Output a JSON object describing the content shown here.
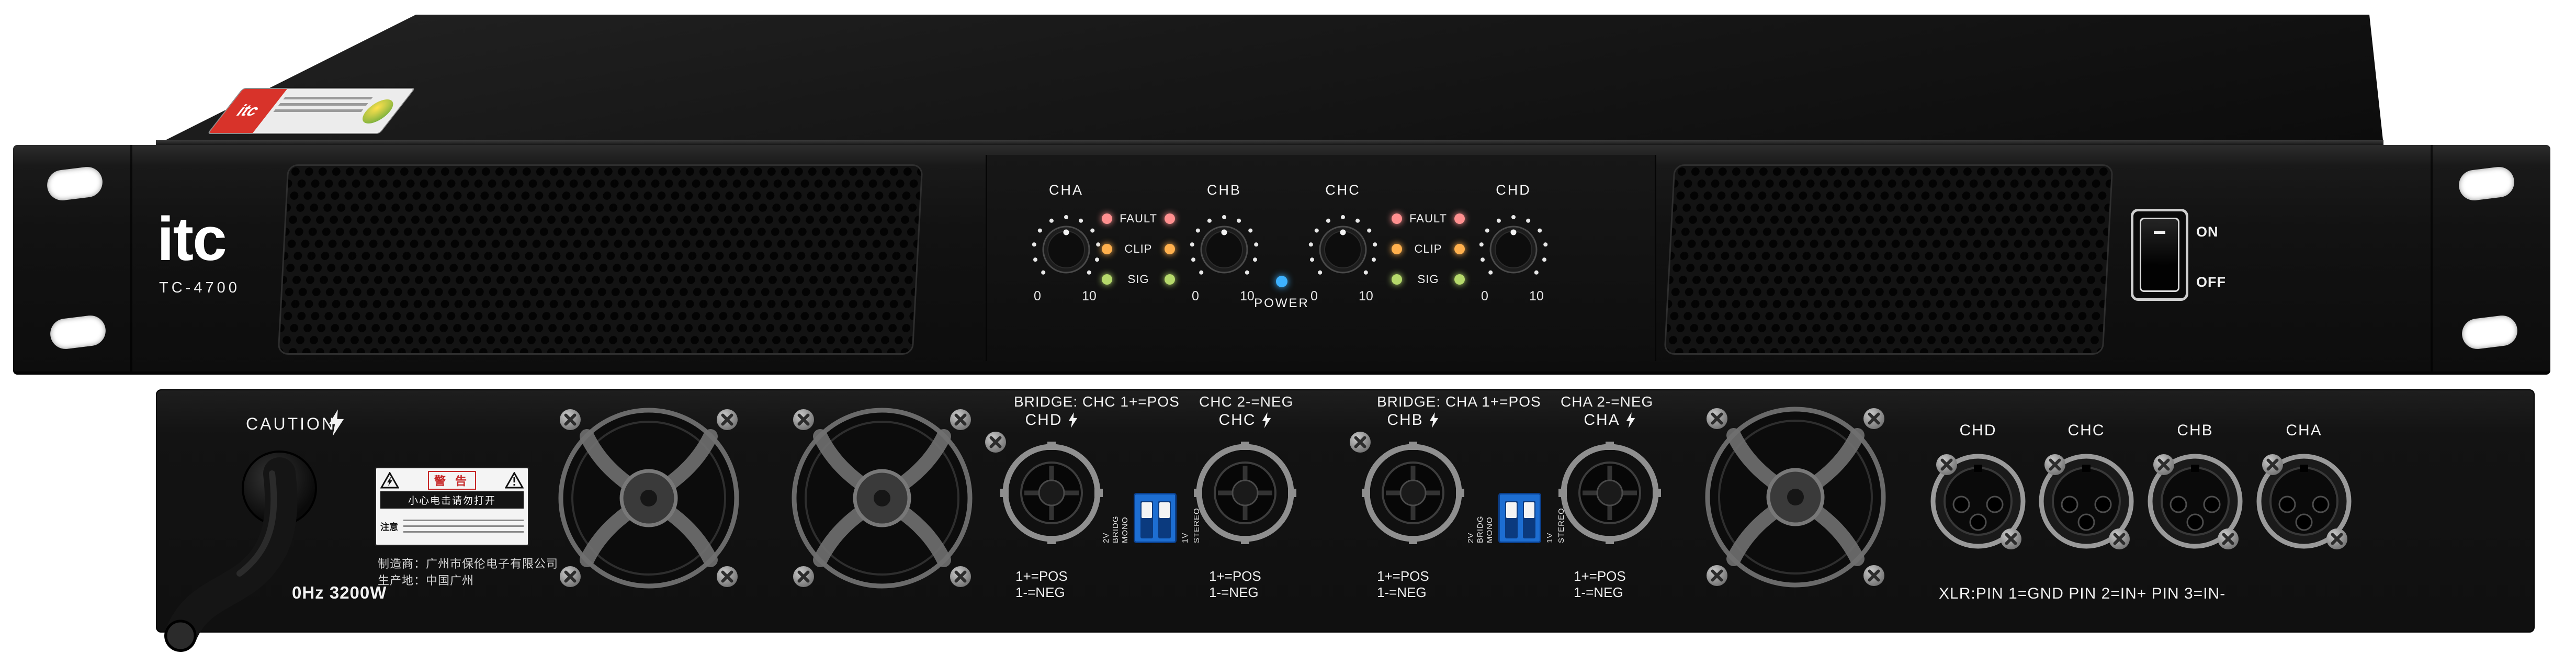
{
  "device": {
    "brand": "itc",
    "model": "TC-4700"
  },
  "front": {
    "channels": [
      "CHA",
      "CHB",
      "CHC",
      "CHD"
    ],
    "scale_min": "0",
    "scale_max": "10",
    "leds": [
      "FAULT",
      "CLIP",
      "SIG"
    ],
    "power": "POWER",
    "switch_on": "ON",
    "switch_off": "OFF",
    "led_colors": {
      "fault": "#ff8f8f",
      "clip": "#ffb04d",
      "sig": "#b5d96b",
      "power": "#3db1ff"
    }
  },
  "rear": {
    "caution": "CAUTION",
    "warn_title": "警 告",
    "warn_subtitle": "小心电击请勿打开",
    "warn_side": "注意",
    "mfr1": "制造商：广州市保伦电子有限公司",
    "mfr2": "生产地：中国广州",
    "spec": "0Hz 3200W",
    "bridge1a": "BRIDGE: CHC 1+=POS",
    "bridge1b": "CHC 2-=NEG",
    "bridge2a": "BRIDGE: CHA 1+=POS",
    "bridge2b": "CHA 2-=NEG",
    "speakon_labels": [
      "CHD",
      "CHC",
      "CHB",
      "CHA"
    ],
    "pin_pos": "1+=POS",
    "pin_neg": "1-=NEG",
    "dip_left": [
      "2V",
      "BRIDG",
      "MONO"
    ],
    "dip_right": [
      "1V",
      "STEREO"
    ],
    "xlr_labels": [
      "CHD",
      "CHC",
      "CHB",
      "CHA"
    ],
    "xlr_note": "XLR:PIN 1=GND PIN 2=IN+ PIN 3=IN-",
    "dip_color": "#1d6ed2"
  }
}
